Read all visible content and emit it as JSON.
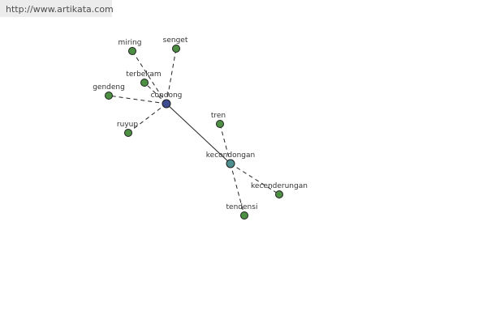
{
  "site": {
    "url": "http://www.artikata.com",
    "bar_color": "#ececec"
  },
  "graph": {
    "colors": {
      "leaf": "#4c8f43",
      "root": "#3d4d8f",
      "hub": "#4f8f8f"
    },
    "nodes": [
      {
        "id": "condong",
        "label": "condong",
        "role": "root"
      },
      {
        "id": "kecondongan",
        "label": "kecondongan",
        "role": "hub"
      },
      {
        "id": "miring",
        "label": "miring",
        "role": "leaf"
      },
      {
        "id": "senget",
        "label": "senget",
        "role": "leaf"
      },
      {
        "id": "terbekam",
        "label": "terbekam",
        "role": "leaf"
      },
      {
        "id": "gendeng",
        "label": "gendeng",
        "role": "leaf"
      },
      {
        "id": "ruyup",
        "label": "ruyup",
        "role": "leaf"
      },
      {
        "id": "tren",
        "label": "tren",
        "role": "leaf"
      },
      {
        "id": "kecenderungan",
        "label": "kecenderungan",
        "role": "leaf"
      },
      {
        "id": "tendensi",
        "label": "tendensi",
        "role": "leaf"
      }
    ],
    "edges": [
      {
        "from": "condong",
        "to": "miring",
        "style": "dashed"
      },
      {
        "from": "condong",
        "to": "senget",
        "style": "dashed"
      },
      {
        "from": "condong",
        "to": "terbekam",
        "style": "dashed"
      },
      {
        "from": "condong",
        "to": "gendeng",
        "style": "dashed"
      },
      {
        "from": "condong",
        "to": "ruyup",
        "style": "dashed"
      },
      {
        "from": "condong",
        "to": "kecondongan",
        "style": "solid"
      },
      {
        "from": "kecondongan",
        "to": "tren",
        "style": "dashed"
      },
      {
        "from": "kecondongan",
        "to": "kecenderungan",
        "style": "dashed"
      },
      {
        "from": "kecondongan",
        "to": "tendensi",
        "style": "dashed"
      }
    ]
  }
}
